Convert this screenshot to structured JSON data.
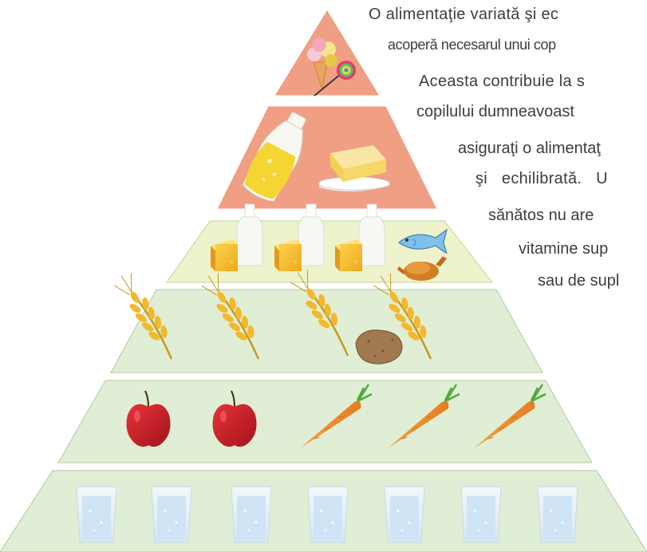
{
  "text_lines": [
    "O alimentaţie variată şi ec",
    "acoperă necesarul unui cop",
    "Aceasta contribuie la s",
    "copilului dumneavoast",
    "asiguraţi o alimentaţ",
    "şi echilibrată. U",
    "sănătos nu are",
    "vitamine sup",
    "sau de supl"
  ],
  "pyramid": {
    "tiers": [
      {
        "name": "sweets",
        "color": "#f09f84",
        "items": [
          "ice-cream-icon",
          "lollipop-icon"
        ]
      },
      {
        "name": "fats",
        "color": "#f09f84",
        "items": [
          "oil-bottle-icon",
          "butter-icon"
        ]
      },
      {
        "name": "dairy-protein",
        "color": "#eef3cc",
        "items": [
          "cheese-icon",
          "milk-bottle-icon",
          "cheese-icon",
          "milk-bottle-icon",
          "cheese-icon",
          "milk-bottle-icon",
          "fish-icon",
          "chicken-icon"
        ]
      },
      {
        "name": "grains",
        "color": "#dfeed4",
        "items": [
          "wheat-icon",
          "wheat-icon",
          "wheat-icon",
          "potato-icon",
          "wheat-icon"
        ]
      },
      {
        "name": "fruits-vegetables",
        "color": "#dfeed4",
        "items": [
          "apple-icon",
          "apple-icon",
          "carrot-icon",
          "carrot-icon",
          "carrot-icon"
        ]
      },
      {
        "name": "water",
        "color": "#dfeed4",
        "items": [
          "water-glass-icon",
          "water-glass-icon",
          "water-glass-icon",
          "water-glass-icon",
          "water-glass-icon",
          "water-glass-icon",
          "water-glass-icon"
        ]
      }
    ]
  }
}
